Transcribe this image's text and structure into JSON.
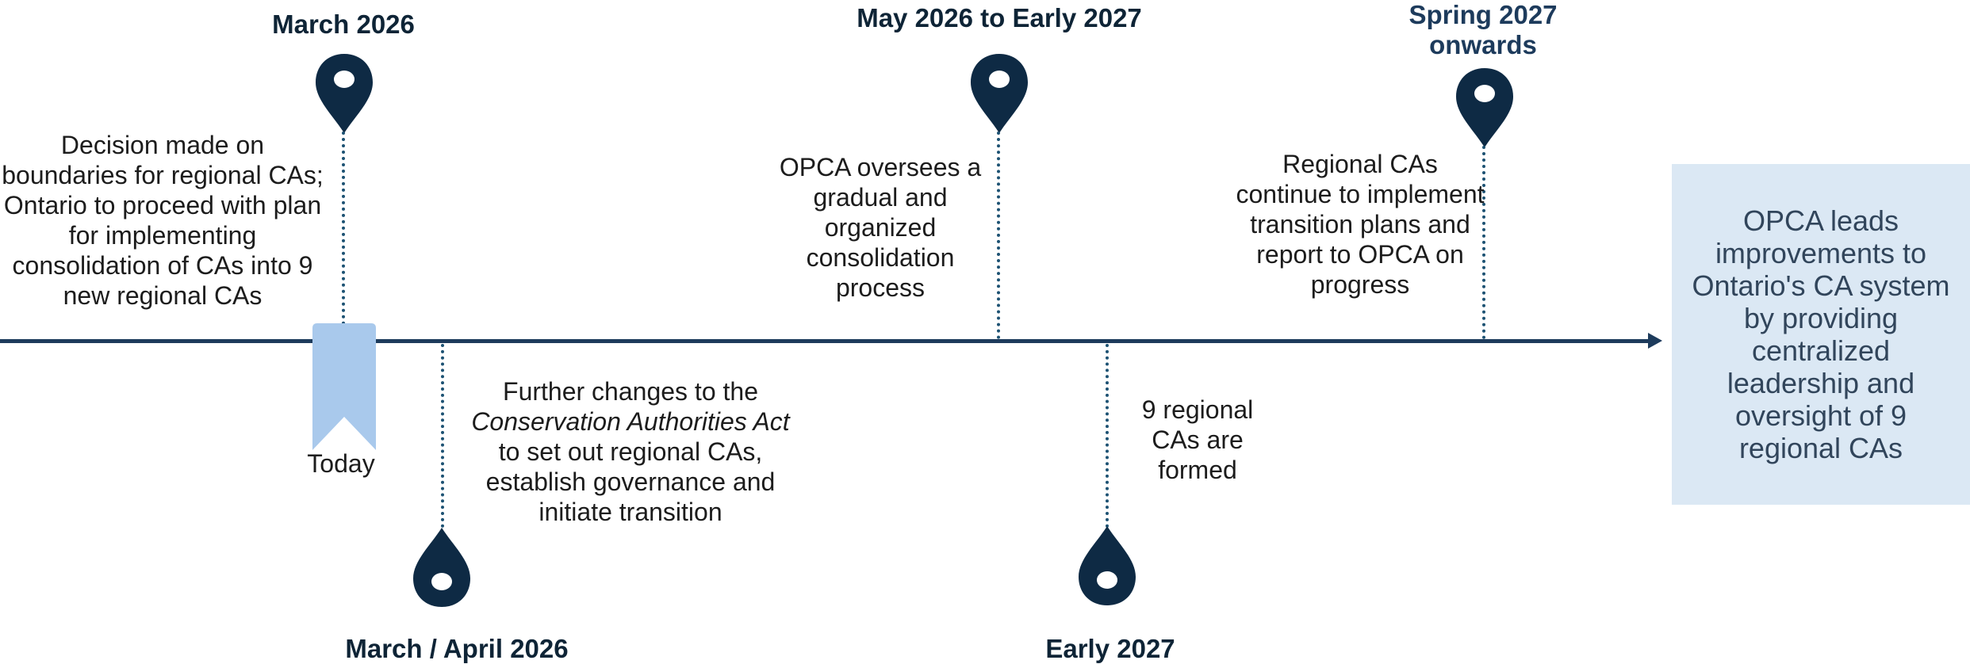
{
  "milestones": {
    "march_2026": {
      "date": "March 2026",
      "description": "Decision made on boundaries for regional CAs; Ontario to proceed with plan for implementing consolidation of CAs into 9 new regional CAs"
    },
    "march_april_2026": {
      "date": "March / April 2026",
      "description_line1": "Further changes to the",
      "description_italic": "Conservation Authorities Act",
      "description_rest": "to set out regional CAs, establish governance and initiate transition"
    },
    "may_2026_early_2027": {
      "date": "May 2026 to Early 2027",
      "description": "OPCA oversees a gradual and organized consolidation process"
    },
    "early_2027": {
      "date": "Early 2027",
      "description": "9 regional CAs are formed"
    },
    "spring_2027": {
      "date_line1": "Spring 2027",
      "date_line2": "onwards",
      "description": "Regional CAs continue to implement transition plans and report to OPCA on progress"
    }
  },
  "today_label": "Today",
  "outcome": "OPCA leads improvements to Ontario's CA system by providing centralized leadership and oversight of 9 regional CAs",
  "colors": {
    "axis": "#1d3b5c",
    "pin": "#0e2a44",
    "connector": "#1d5273",
    "today_marker": "#a9c9ec",
    "outcome_box": "#dbe8f4",
    "outcome_text": "#31455b"
  }
}
